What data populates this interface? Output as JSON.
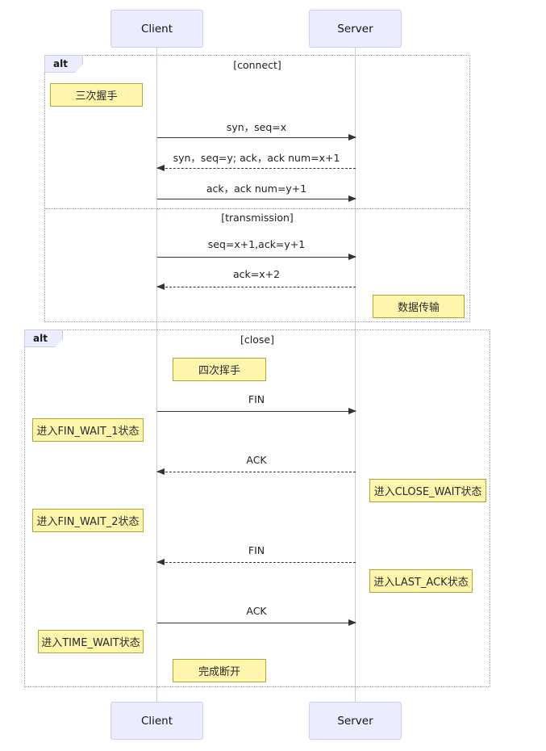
{
  "diagram_type": "sequence",
  "actors": {
    "client": "Client",
    "server": "Server"
  },
  "frame_connect": {
    "tab": "alt",
    "section1_label": "[connect]",
    "section2_label": "[transmission]"
  },
  "frame_close": {
    "tab": "alt",
    "section1_label": "[close]"
  },
  "messages": [
    {
      "label": "syn，seq=x",
      "from": "Client",
      "to": "Server",
      "line": "solid"
    },
    {
      "label": "syn，seq=y; ack，ack num=x+1",
      "from": "Server",
      "to": "Client",
      "line": "dashed"
    },
    {
      "label": "ack，ack num=y+1",
      "from": "Client",
      "to": "Server",
      "line": "solid"
    },
    {
      "label": "seq=x+1,ack=y+1",
      "from": "Client",
      "to": "Server",
      "line": "solid"
    },
    {
      "label": "ack=x+2",
      "from": "Server",
      "to": "Client",
      "line": "dashed"
    },
    {
      "label": "FIN",
      "from": "Client",
      "to": "Server",
      "line": "solid"
    },
    {
      "label": "ACK",
      "from": "Server",
      "to": "Client",
      "line": "dashed"
    },
    {
      "label": "FIN",
      "from": "Server",
      "to": "Client",
      "line": "dashed"
    },
    {
      "label": "ACK",
      "from": "Client",
      "to": "Server",
      "line": "solid"
    }
  ],
  "notes": [
    {
      "text": "三次握手",
      "position": "left of Client"
    },
    {
      "text": "数据传输",
      "position": "right of Server"
    },
    {
      "text": "四次挥手",
      "position": "right of Client"
    },
    {
      "text": "进入FIN_WAIT_1状态",
      "position": "left of Client"
    },
    {
      "text": "进入CLOSE_WAIT状态",
      "position": "right of Server"
    },
    {
      "text": "进入FIN_WAIT_2状态",
      "position": "left of Client"
    },
    {
      "text": "进入LAST_ACK状态",
      "position": "right of Server"
    },
    {
      "text": "进入TIME_WAIT状态",
      "position": "left of Client"
    },
    {
      "text": "完成断开",
      "position": "right of Client"
    }
  ],
  "colors": {
    "actor_fill": "#ECECFF",
    "actor_border": "#CCCCFF",
    "note_fill": "#FFF5AD",
    "note_border": "#AAAA33",
    "arrow": "#333333",
    "frame_border": "#9D9DC8",
    "lifeline": "#C9C9E0",
    "background": "#FFFFFF"
  }
}
